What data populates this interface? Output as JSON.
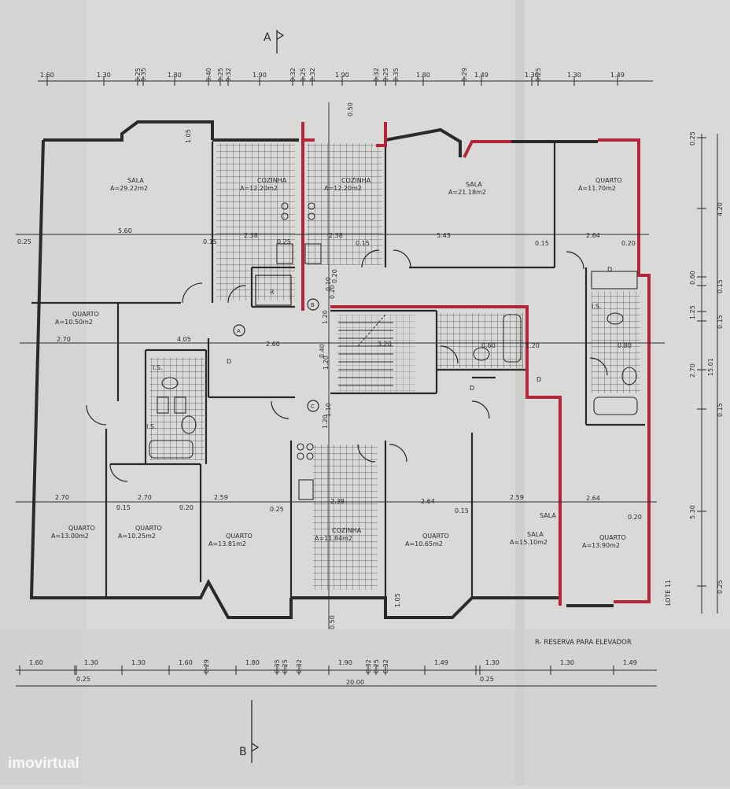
{
  "section_marks": {
    "top": "A",
    "bottom": "B"
  },
  "dims_top": [
    "1.60",
    "1.30",
    "0.25",
    "0.35",
    "1.80",
    "0.40",
    "0.25",
    "0.32",
    "1.90",
    "0.32",
    "0.25",
    "0.32",
    "1.90",
    "0.32",
    "0.25",
    "0.35",
    "1.80",
    "0.29",
    "1.49",
    "1.30",
    "0.25",
    "1.30",
    "1.49"
  ],
  "dims_bottom": [
    "1.60",
    "1.30",
    "0.25",
    "1.30",
    "1.60",
    "0.29",
    "1.80",
    "0.35",
    "0.25",
    "0.32",
    "1.90",
    "0.32",
    "0.25",
    "0.32",
    "1.49",
    "1.30",
    "0.25",
    "1.30",
    "1.49"
  ],
  "total_width": "20.00",
  "dims_right": [
    "0.25",
    "4.20",
    "0.60",
    "0.15",
    "1.25",
    "0.15",
    "2.70",
    "0.15",
    "5.30",
    "0.25"
  ],
  "total_height": "15.01",
  "inner_dims": [
    "0.25",
    "5.60",
    "0.15",
    "2.38",
    "0.25",
    "2.38",
    "0.15",
    "5.43",
    "0.15",
    "2.64",
    "0.20",
    "2.70",
    "4.05",
    "2.60",
    "0.60",
    "1.20",
    "0.80",
    "2.70",
    "0.15",
    "2.70",
    "0.20",
    "2.59",
    "0.25",
    "2.38",
    "2.64",
    "0.15",
    "2.59",
    "2.64",
    "0.20",
    "1.05",
    "1.05",
    "0.50",
    "0.50",
    "1.20",
    "1.20",
    "1.20",
    "0.40",
    "0.20",
    "0.20",
    "0.10",
    "1.10",
    "3.20"
  ],
  "rooms": [
    {
      "label": "SALA",
      "area": "A=29.22m2"
    },
    {
      "label": "COZINHA",
      "area": "A=12.20m2"
    },
    {
      "label": "COZINHA",
      "area": "A=12.20m2"
    },
    {
      "label": "SALA",
      "area": "A=21.18m2"
    },
    {
      "label": "QUARTO",
      "area": "A=11.70m2"
    },
    {
      "label": "QUARTO",
      "area": "A=10.50m2"
    },
    {
      "label": "QUARTO",
      "area": "A=13.00m2"
    },
    {
      "label": "QUARTO",
      "area": "A=10.25m2"
    },
    {
      "label": "QUARTO",
      "area": "A=13.81m2"
    },
    {
      "label": "COZINHA",
      "area": "A=11.84m2"
    },
    {
      "label": "QUARTO",
      "area": "A=10.65m2"
    },
    {
      "label": "SALA",
      "area": "A=15.10m2"
    },
    {
      "label": "QUARTO",
      "area": "A=13.90m2"
    }
  ],
  "small_labels": {
    "is1": "I.S.",
    "is2": "I.S.",
    "is3": "I.S.",
    "d1": "D",
    "d2": "D",
    "d3": "D",
    "d4": "D",
    "r": "R",
    "a": "A",
    "b": "B",
    "c": "C",
    "lote": "LOTE 11",
    "sala_b": "SALA"
  },
  "legend": "R- RESERVA PARA ELEVADOR",
  "watermark": "imovirtual",
  "colors": {
    "paper": "#d8d9d6",
    "ink": "#2a2a2a",
    "highlight": "#b3263a",
    "watermark": "#ffffff"
  }
}
